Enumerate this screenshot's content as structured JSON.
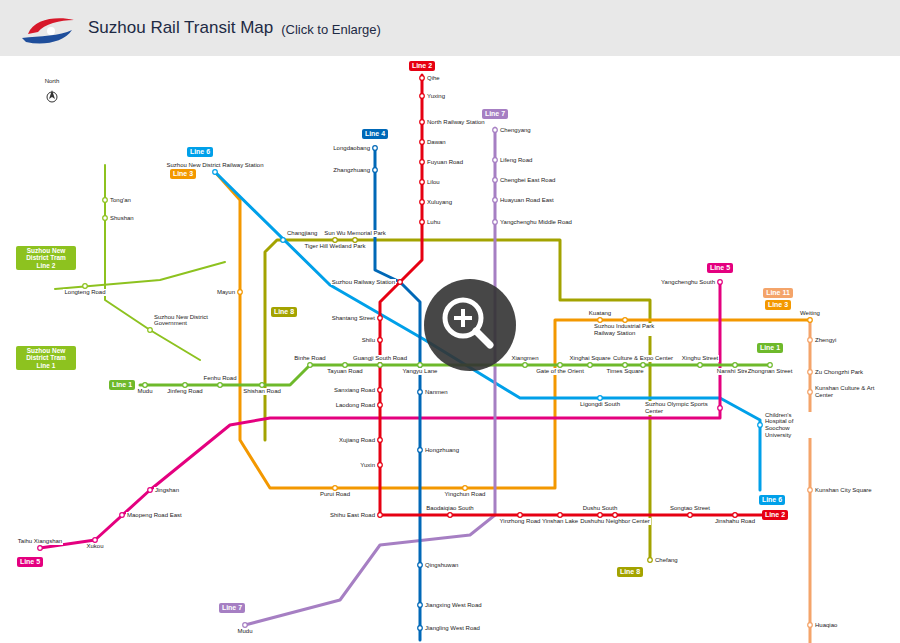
{
  "diagram": {
    "title": "Suzhou Rail Transit Map",
    "nodes": [
      {
        "text": [
          "Line 2"
        ]
      },
      {
        "text": [
          "Line 4"
        ]
      },
      {
        "text": [
          "Line 7"
        ]
      },
      {
        "text": [
          "Line 6"
        ]
      },
      {
        "text": [
          "Line 3"
        ]
      },
      {
        "text": [
          "Suzhou New District Tram Line 2"
        ]
      },
      {
        "text": [
          "Line 8"
        ]
      },
      {
        "text": [
          "Suzhou New District Tram Line 1"
        ]
      },
      {
        "text": [
          "Line 1"
        ]
      },
      {
        "text": [
          "Line 5"
        ]
      },
      {
        "text": [
          "Line 11"
        ]
      },
      {
        "text": [
          "Line 3"
        ]
      },
      {
        "text": [
          "Line 1"
        ]
      },
      {
        "text": [
          "Line 6"
        ]
      },
      {
        "text": [
          "Line 2"
        ]
      },
      {
        "text": [
          "Line 5"
        ]
      },
      {
        "text": [
          "Line 8"
        ]
      },
      {
        "text": [
          "Line 7"
        ]
      }
    ],
    "labels": [
      "(Click to Enlarge)",
      "North",
      "Qihe",
      "Yuxing",
      "North Railway Station",
      "Dawan",
      "Fuyuan Road",
      "Lilou",
      "Xuluyang",
      "Luhu",
      "Suzhou Railway Station",
      "Shantang Street",
      "Shilu",
      "Sanxiang Road",
      "Laodong Road",
      "Xujiang Road",
      "Yuxin",
      "Shihu East Road",
      "Baodaiqiao South",
      "Yinzhong Road",
      "Yinshan Lake",
      "Dushu South",
      "Dushuhu Neighbor Center",
      "Songtao Street",
      "Jinshahu Road",
      "Longdaobang",
      "Zhangzhuang",
      "Nanmen",
      "Hongzhuang",
      "Qingshuwan",
      "Jiangxing West Road",
      "Jiangling West Road",
      "Chengyang",
      "Lifeng Road",
      "Chengbei East Road",
      "Huayuan Road East",
      "Yangchenghu Middle Road",
      "Mudu",
      "Taihu Xiangshan",
      "Xukou",
      "Maopeng Road East",
      "Jingshan",
      "Suzhou Olympic Sports Center",
      "Yangchenghu South",
      "Suzhou New District Railway Station",
      "Changjiang",
      "Ligongdi South",
      "Children's Hospital of Soochow University",
      "Mayun",
      "Purui Road",
      "Yingchun Road",
      "Kuatang",
      "Suzhou Industrial Park Railway Station",
      "Weiting",
      "Sun Wu Memorial Park",
      "Tiger Hill Wetland Park",
      "Chefang",
      "Zhengyi",
      "Zu Chongzhi Park",
      "Kunshan Culture & Art Center",
      "Kunshan City Square",
      "Huaqiao",
      "Mudu",
      "Jinfeng Road",
      "Fenhu Road",
      "Shishan Road",
      "Binhe Road",
      "Tayuan Road",
      "Guangji South Road",
      "Yangyu Lane",
      "Xiangmen",
      "Gate of the Orient",
      "Xinghai Square",
      "Times Square",
      "Culture & Expo Center",
      "Xinghu Street",
      "Nanshi Street",
      "Zhongnan Street",
      "Tong'an",
      "Shushan",
      "Longteng Road",
      "Suzhou New District Government"
    ]
  }
}
